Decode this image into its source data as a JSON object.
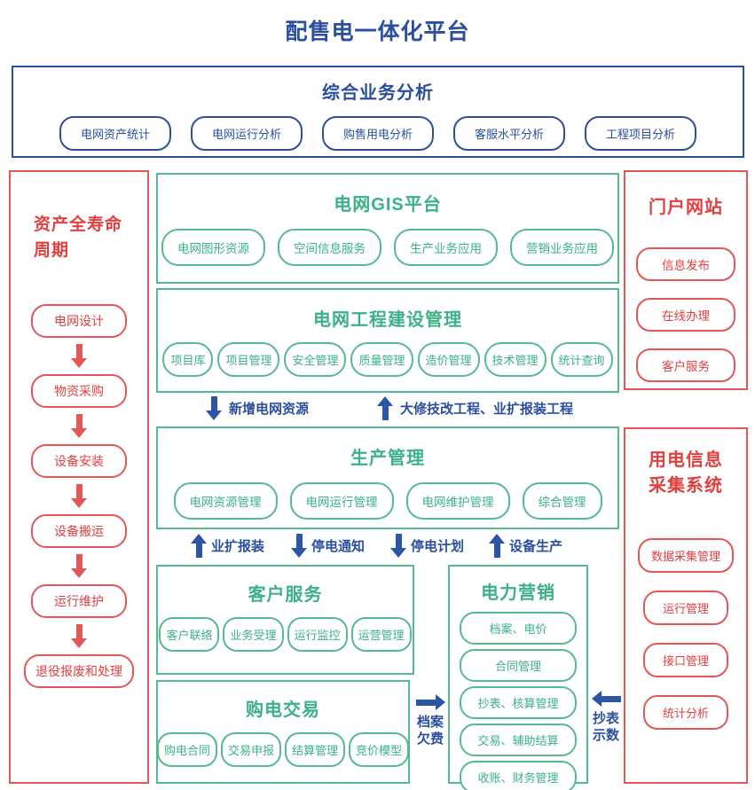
{
  "page_title": "配售电一体化平台",
  "colors": {
    "blue": "#2b4f9e",
    "green_border": "#56ba8f",
    "green_text": "#3bb185",
    "red_border": "#e25757",
    "red_text": "#e23f3f"
  },
  "analysis": {
    "title": "综合业务分析",
    "items": [
      "电网资产统计",
      "电网运行分析",
      "购售用电分析",
      "客服水平分析",
      "工程项目分析"
    ]
  },
  "lifecycle": {
    "title_line1": "资产全寿命",
    "title_line2": "周期",
    "steps": [
      "电网设计",
      "物资采购",
      "设备安装",
      "设备搬运",
      "运行维护",
      "退役报废和处理"
    ]
  },
  "gis": {
    "title": "电网GIS平台",
    "items": [
      "电网图形资源",
      "空间信息服务",
      "生产业务应用",
      "营销业务应用"
    ]
  },
  "construction": {
    "title": "电网工程建设管理",
    "items": [
      "项目库",
      "项目管理",
      "安全管理",
      "质量管理",
      "造价管理",
      "技术管理",
      "统计查询"
    ]
  },
  "flows_top": [
    {
      "dir": "down",
      "label": "新增电网资源"
    },
    {
      "dir": "up",
      "label": "大修技改工程、业扩报装工程"
    }
  ],
  "production": {
    "title": "生产管理",
    "items": [
      "电网资源管理",
      "电网运行管理",
      "电网维护管理",
      "综合管理"
    ]
  },
  "flows_mid": [
    {
      "dir": "up",
      "label": "业扩报装"
    },
    {
      "dir": "down",
      "label": "停电通知"
    },
    {
      "dir": "down",
      "label": "停电计划"
    },
    {
      "dir": "up",
      "label": "设备生产"
    }
  ],
  "customer_service": {
    "title": "客户服务",
    "items": [
      "客户联络",
      "业务受理",
      "运行监控",
      "运营管理"
    ]
  },
  "purchase": {
    "title": "购电交易",
    "items": [
      "购电合同",
      "交易申报",
      "结算管理",
      "竞价模型"
    ]
  },
  "marketing": {
    "title": "电力营销",
    "items": [
      "档案、电价",
      "合同管理",
      "抄表、核算管理",
      "交易、辅助结算",
      "收账、财务管理"
    ]
  },
  "flow_archive": {
    "line1": "档案",
    "line2": "欠费"
  },
  "flow_meter": {
    "line1": "抄表",
    "line2": "示数"
  },
  "portal": {
    "title": "门户网站",
    "items": [
      "信息发布",
      "在线办理",
      "客户服务"
    ]
  },
  "collection": {
    "title_line1": "用电信息",
    "title_line2": "采集系统",
    "items": [
      "数据采集管理",
      "运行管理",
      "接口管理",
      "统计分析"
    ]
  }
}
